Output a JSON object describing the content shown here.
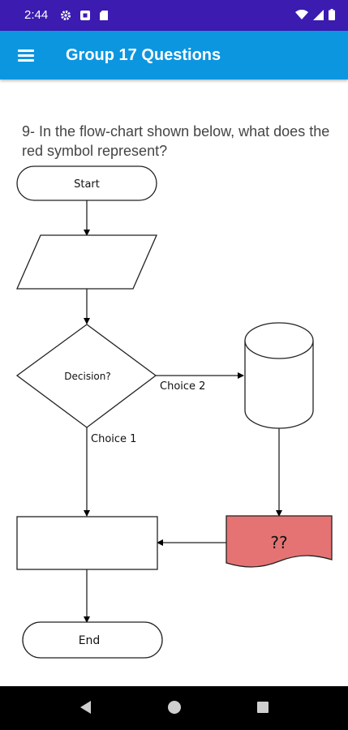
{
  "status_bar": {
    "time": "2:44",
    "left_icons": [
      "settings-gear-icon",
      "app-notification-icon",
      "sd-card-icon"
    ],
    "right_icons": [
      "wifi-icon",
      "cell-signal-icon",
      "battery-icon"
    ]
  },
  "app_bar": {
    "title": "Group 17 Questions",
    "menu_icon": "hamburger-menu-icon"
  },
  "question": {
    "text": "9- In the flow-chart shown below, what does the red symbol represent?"
  },
  "flowchart": {
    "start_label": "Start",
    "decision_label": "Decision?",
    "choice1_label": "Choice 1",
    "choice2_label": "Choice 2",
    "unknown_label": "??",
    "end_label": "End",
    "unknown_fill": "#e57373"
  },
  "nav_bar": {
    "back_icon": "back-triangle-icon",
    "home_icon": "home-circle-icon",
    "recents_icon": "recents-square-icon"
  }
}
